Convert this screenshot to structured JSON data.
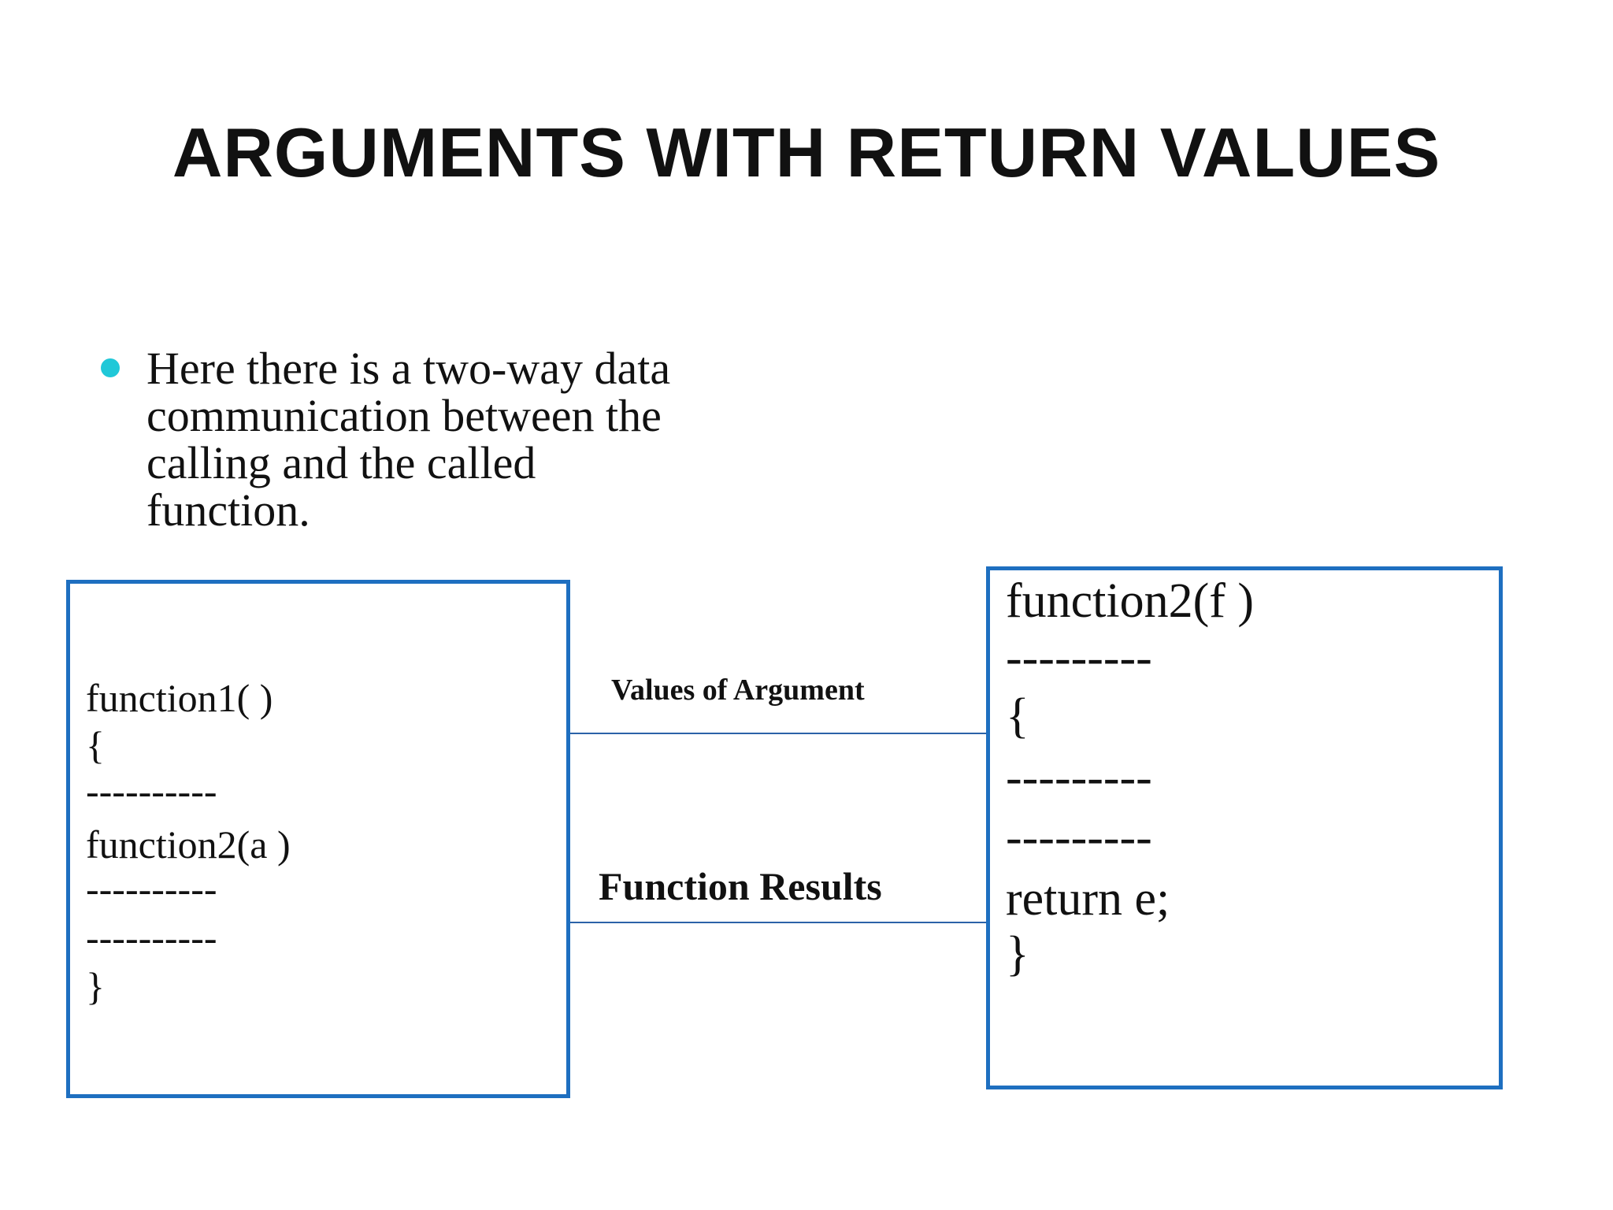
{
  "title": "ARGUMENTS WITH RETURN VALUES",
  "bullet": {
    "lines": [
      "Here there is a two-way data",
      "communication between the",
      "calling and the called",
      "function."
    ],
    "dot_color": "#20c8d8"
  },
  "diagram": {
    "caller_box": {
      "lines": [
        "function1( )",
        "{",
        "----------",
        "function2(a )",
        "----------",
        "----------",
        "}"
      ]
    },
    "callee_box": {
      "lines": [
        "function2(f )",
        "---------",
        "{",
        "---------",
        "---------",
        "return e;",
        "}"
      ]
    },
    "connectors": {
      "arguments_label": "Values of Argument",
      "results_label": "Function Results"
    },
    "border_color": "#1e6fc0"
  }
}
